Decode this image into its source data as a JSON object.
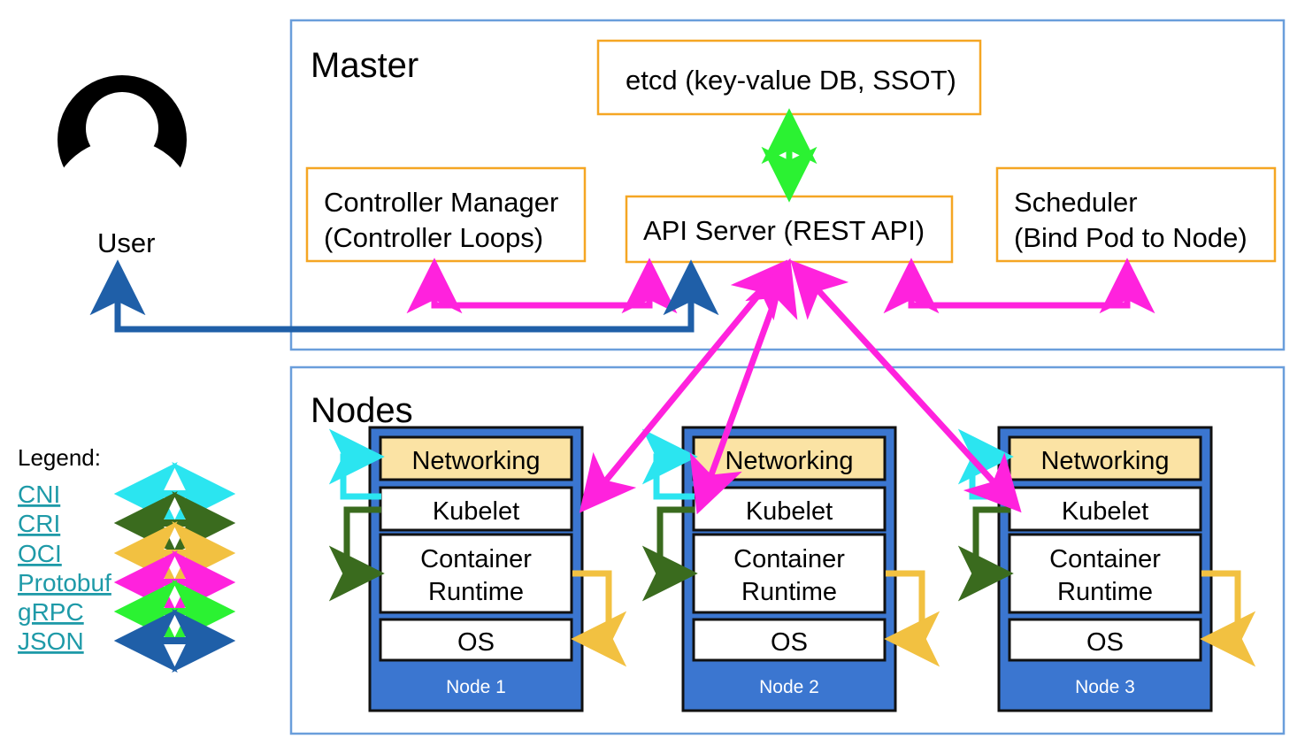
{
  "diagram": {
    "title_master": "Master",
    "title_nodes": "Nodes",
    "user": {
      "label": "User",
      "icon": "user-avatar-icon"
    },
    "master_components": {
      "etcd": "etcd (key-value DB, SSOT)",
      "controller_manager_line1": "Controller Manager",
      "controller_manager_line2": "(Controller Loops)",
      "api_server": "API Server (REST API)",
      "scheduler_line1": "Scheduler",
      "scheduler_line2": "(Bind Pod to Node)"
    },
    "node_layers": {
      "networking": "Networking",
      "kubelet": "Kubelet",
      "container_runtime_line1": "Container",
      "container_runtime_line2": "Runtime",
      "os": "OS"
    },
    "nodes": [
      {
        "label": "Node 1"
      },
      {
        "label": "Node 2"
      },
      {
        "label": "Node 3"
      }
    ],
    "legend": {
      "title": "Legend:",
      "items": [
        {
          "label": "CNI",
          "color": "#2BE5F0"
        },
        {
          "label": "CRI",
          "color": "#3A6B1E"
        },
        {
          "label": "OCI",
          "color": "#F2C141"
        },
        {
          "label": "Protobuf",
          "color": "#FF22DD"
        },
        {
          "label": "gRPC",
          "color": "#2BF232"
        },
        {
          "label": "JSON",
          "color": "#1F5FA8"
        }
      ]
    },
    "colors": {
      "container_border": "#6A9EDB",
      "component_border": "#F5A623",
      "node_fill": "#3B76D0",
      "networking_fill": "#FBE3A4",
      "inner_border": "#111111",
      "link_text": "#1E9AA8",
      "white": "#FFFFFF",
      "black": "#000000"
    }
  }
}
